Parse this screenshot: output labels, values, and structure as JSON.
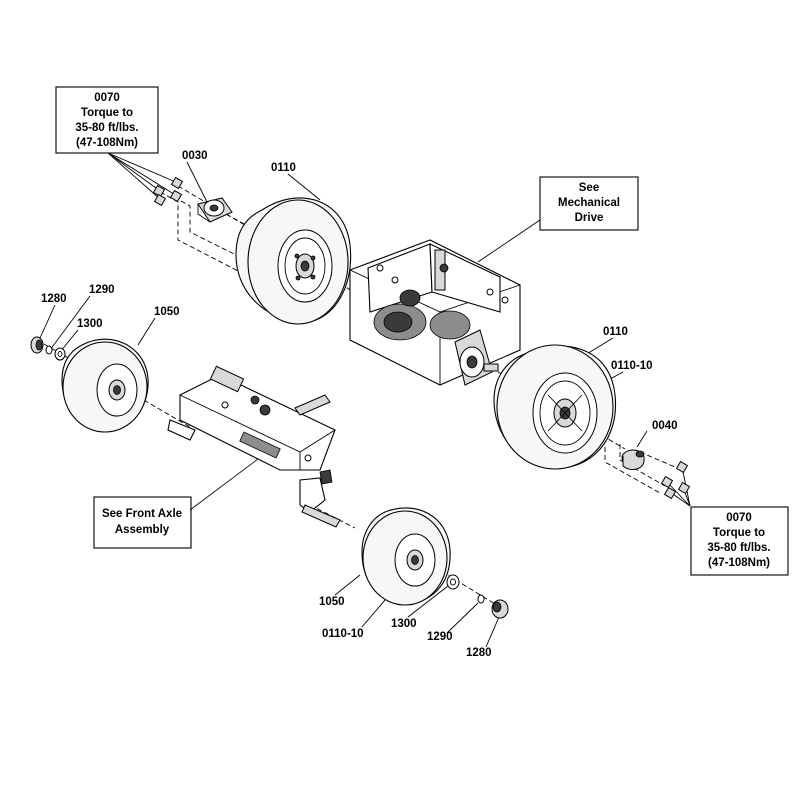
{
  "callouts": {
    "torque_top": [
      "0070",
      "Torque to",
      "35-80 ft/lbs.",
      "(47-108Nm)"
    ],
    "torque_bottom": [
      "0070",
      "Torque to",
      "35-80 ft/lbs.",
      "(47-108Nm)"
    ],
    "mechanical_drive": [
      "See",
      "Mechanical",
      "Drive"
    ],
    "front_axle": [
      "See Front Axle",
      "Assembly"
    ]
  },
  "labels": {
    "p0030": "0030",
    "p0110_top": "0110",
    "p0110_right": "0110",
    "p0110_10_right": "0110-10",
    "p0040": "0040",
    "p1280_left": "1280",
    "p1290_left": "1290",
    "p1300_left": "1300",
    "p1050_left": "1050",
    "p1050_bottom": "1050",
    "p0110_10_bottom": "0110-10",
    "p1300_bottom": "1300",
    "p1290_bottom": "1290",
    "p1280_bottom": "1280"
  }
}
